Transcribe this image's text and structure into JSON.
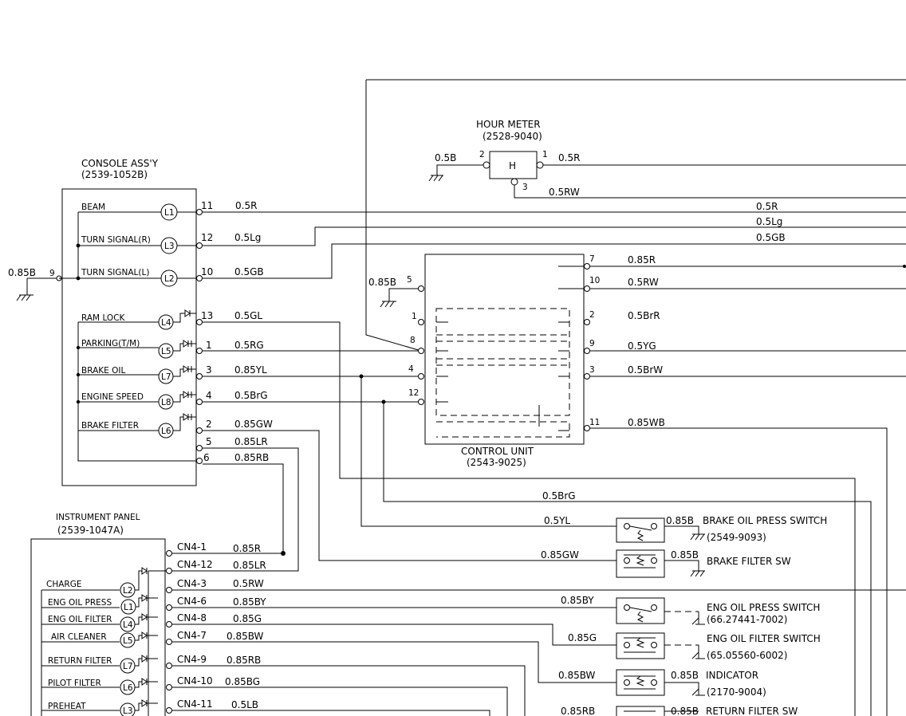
{
  "hour_meter": {
    "title": "HOUR METER",
    "part": "(2528-9040)",
    "symbol": "H",
    "pin_left": "2",
    "pin_right": "1",
    "pin_bottom": "3",
    "ground_wire": "0.5B",
    "wire_right": "0.5R",
    "wire_bottom": "0.5RW"
  },
  "console": {
    "title": "CONSOLE ASS'Y",
    "part": "(2539-1052B)",
    "ground_wire": "0.85B",
    "ground_pin": "9",
    "rows": [
      {
        "label": "BEAM",
        "lamp": "L1",
        "pin": "11",
        "wire": "0.5R"
      },
      {
        "label": "TURN SIGNAL(R)",
        "lamp": "L3",
        "pin": "12",
        "wire": "0.5Lg"
      },
      {
        "label": "TURN SIGNAL(L)",
        "lamp": "L2",
        "pin": "10",
        "wire": "0.5GB"
      },
      {
        "label": "RAM LOCK",
        "lamp": "L4",
        "pin": "13",
        "wire": "0.5GL"
      },
      {
        "label": "PARKING(T/M)",
        "lamp": "L5",
        "pin": "1",
        "wire": "0.5RG"
      },
      {
        "label": "BRAKE OIL",
        "lamp": "L7",
        "pin": "3",
        "wire": "0.85YL"
      },
      {
        "label": "ENGINE SPEED",
        "lamp": "L8",
        "pin": "4",
        "wire": "0.5BrG"
      },
      {
        "label": "BRAKE FILTER",
        "lamp": "L6",
        "pin": "2",
        "wire": "0.85GW"
      }
    ],
    "extra_pins": [
      {
        "pin": "5",
        "wire": "0.85LR"
      },
      {
        "pin": "6",
        "wire": "0.85RB"
      }
    ]
  },
  "right_labels": [
    "0.5R",
    "0.5Lg",
    "0.5GB"
  ],
  "control_unit": {
    "title": "CONTROL UNIT",
    "part": "(2543-9025)",
    "ground_wire": "0.85B",
    "left_pins": [
      "5",
      "1",
      "8",
      "4",
      "12"
    ],
    "right_pins": [
      {
        "pin": "7",
        "wire": "0.85R"
      },
      {
        "pin": "10",
        "wire": "0.5RW"
      },
      {
        "pin": "2",
        "wire": "0.5BrR"
      },
      {
        "pin": "9",
        "wire": "0.5YG"
      },
      {
        "pin": "3",
        "wire": "0.5BrW"
      },
      {
        "pin": "11",
        "wire": "0.85WB"
      }
    ]
  },
  "bottom_wires": [
    "0.5BrG",
    "0.5YL",
    "0.85GW",
    "0.85BY",
    "0.85G",
    "0.85BW",
    "0.85RB"
  ],
  "switches": [
    {
      "name": "BRAKE OIL PRESS SWITCH",
      "part": "(2549-9093)",
      "ground": "0.85B"
    },
    {
      "name": "BRAKE FILTER SW",
      "part": "",
      "ground": "0.85B"
    },
    {
      "name": "ENG OIL PRESS SWITCH",
      "part": "(66.27441-7002)",
      "ground": ""
    },
    {
      "name": "ENG OIL FILTER SWITCH",
      "part": "(65.05560-6002)",
      "ground": ""
    },
    {
      "name": "INDICATOR",
      "part": "(2170-9004)",
      "ground": "0.85B"
    },
    {
      "name": "RETURN FILTER SW",
      "part": "",
      "ground": "0.85B"
    }
  ],
  "instrument_panel": {
    "title": "INSTRUMENT PANEL",
    "part": "(2539-1047A)",
    "rows": [
      {
        "label": "",
        "lamp": "",
        "conn": "CN4-1",
        "wire": "0.85R"
      },
      {
        "label": "",
        "lamp": "",
        "conn": "CN4-12",
        "wire": "0.85LR"
      },
      {
        "label": "CHARGE",
        "lamp": "L2",
        "conn": "CN4-3",
        "wire": "0.5RW"
      },
      {
        "label": "ENG OIL PRESS",
        "lamp": "L1",
        "conn": "CN4-6",
        "wire": "0.85BY"
      },
      {
        "label": "ENG OIL FILTER",
        "lamp": "L4",
        "conn": "CN4-8",
        "wire": "0.85G"
      },
      {
        "label": "AIR CLEANER",
        "lamp": "L5",
        "conn": "CN4-7",
        "wire": "0.85BW"
      },
      {
        "label": "RETURN FILTER",
        "lamp": "L7",
        "conn": "CN4-9",
        "wire": "0.85RB"
      },
      {
        "label": "PILOT FILTER",
        "lamp": "L6",
        "conn": "CN4-10",
        "wire": "0.85BG"
      },
      {
        "label": "PREHEAT",
        "lamp": "L3",
        "conn": "CN4-11",
        "wire": "0.5LB"
      }
    ]
  }
}
